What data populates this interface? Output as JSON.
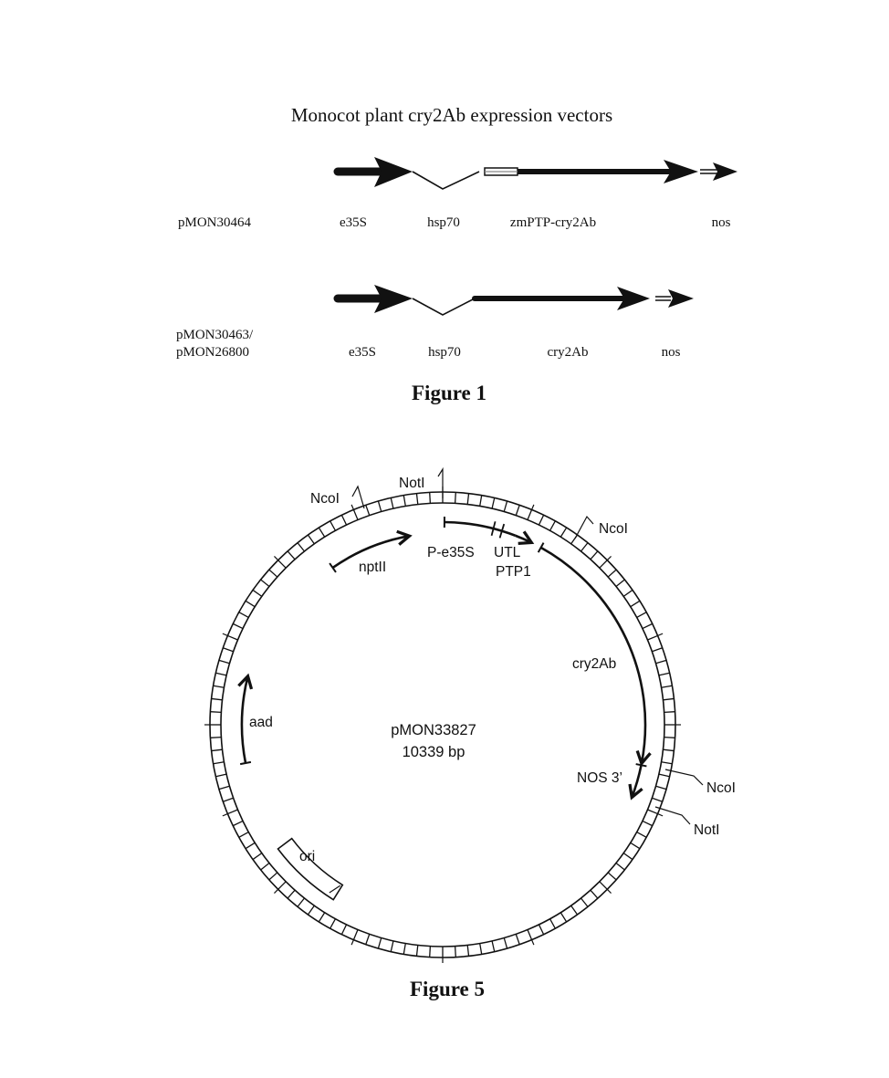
{
  "figure1": {
    "title": "Monocot plant cry2Ab expression vectors",
    "caption": "Figure 1",
    "constructs": [
      {
        "name_lines": [
          "pMON30464"
        ],
        "elements": [
          {
            "label": "e35S",
            "kind": "promoter-arrow"
          },
          {
            "label": "hsp70",
            "kind": "intron"
          },
          {
            "label": "zmPTP-cry2Ab",
            "kind": "transit-peptide-coding-arrow"
          },
          {
            "label": "nos",
            "kind": "terminator-arrow"
          }
        ]
      },
      {
        "name_lines": [
          "pMON30463/",
          "pMON26800"
        ],
        "elements": [
          {
            "label": "e35S",
            "kind": "promoter-arrow"
          },
          {
            "label": "hsp70",
            "kind": "intron"
          },
          {
            "label": "cry2Ab",
            "kind": "coding-arrow"
          },
          {
            "label": "nos",
            "kind": "terminator-arrow"
          }
        ]
      }
    ]
  },
  "figure5": {
    "caption": "Figure 5",
    "plasmid": {
      "name": "pMON33827",
      "size": "10339 bp"
    },
    "restriction_sites": [
      {
        "label": "NotI"
      },
      {
        "label": "NcoI"
      },
      {
        "label": "NcoI"
      },
      {
        "label": "NcoI"
      },
      {
        "label": "NotI"
      }
    ],
    "features": [
      {
        "label": "nptII",
        "direction": "clockwise"
      },
      {
        "label": "P-e35S",
        "direction": "clockwise"
      },
      {
        "label": "UTL",
        "direction": "clockwise"
      },
      {
        "label": "PTP1",
        "direction": "clockwise"
      },
      {
        "label": "cry2Ab",
        "direction": "clockwise"
      },
      {
        "label": "NOS 3’",
        "direction": "clockwise"
      },
      {
        "label": "aad",
        "direction": "clockwise"
      },
      {
        "label": "ori",
        "direction": "box"
      }
    ]
  }
}
